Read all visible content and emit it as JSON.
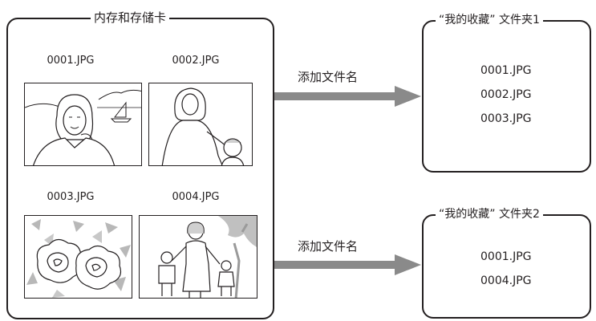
{
  "source_frame": {
    "title": "内存和存储卡",
    "images": [
      {
        "filename": "0001.JPG",
        "scene": "woman-portrait-sailboat"
      },
      {
        "filename": "0002.JPG",
        "scene": "woman-with-child"
      },
      {
        "filename": "0003.JPG",
        "scene": "flowers"
      },
      {
        "filename": "0004.JPG",
        "scene": "woman-with-two-children-tree"
      }
    ]
  },
  "arrows": [
    {
      "label": "添加文件名"
    },
    {
      "label": "添加文件名"
    }
  ],
  "folders": [
    {
      "title": "“我的收藏” 文件夹1",
      "files": [
        "0001.JPG",
        "0002.JPG",
        "0003.JPG"
      ]
    },
    {
      "title": "“我的收藏” 文件夹2",
      "files": [
        "0001.JPG",
        "0004.JPG"
      ]
    }
  ],
  "colors": {
    "line": "#231f20",
    "arrow": "#8a8a8a",
    "photo_fill": "#d0d0d0"
  }
}
